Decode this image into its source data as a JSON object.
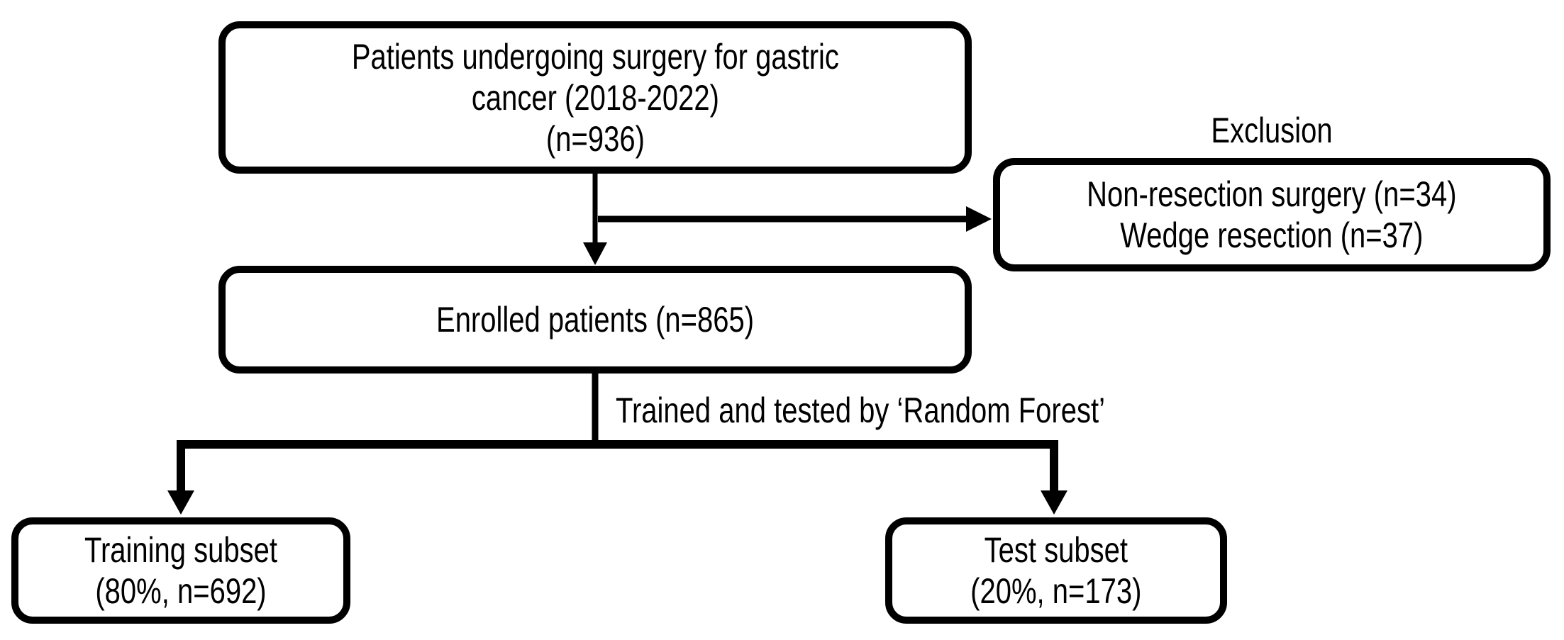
{
  "diagram": {
    "type": "patient-flowchart",
    "background_color": "#ffffff",
    "line_color": "#000000",
    "text_color": "#000000",
    "nodes": {
      "population": {
        "lines": [
          "Patients undergoing surgery for gastric",
          "cancer (2018-2022)",
          "(n=936)"
        ]
      },
      "exclusion": {
        "label": "Exclusion",
        "lines": [
          "Non-resection surgery (n=34)",
          "Wedge resection (n=37)"
        ]
      },
      "enrolled": {
        "lines": [
          "Enrolled patients (n=865)"
        ]
      },
      "training": {
        "lines": [
          "Training subset",
          "(80%, n=692)"
        ]
      },
      "test": {
        "lines": [
          "Test subset",
          "(20%, n=173)"
        ]
      }
    },
    "edge_labels": {
      "split": "Trained and tested by ‘Random Forest’"
    },
    "edges": [
      {
        "from": "population",
        "to": "enrolled"
      },
      {
        "from": "population",
        "to": "exclusion"
      },
      {
        "from": "enrolled",
        "to": "training"
      },
      {
        "from": "enrolled",
        "to": "test"
      }
    ]
  }
}
